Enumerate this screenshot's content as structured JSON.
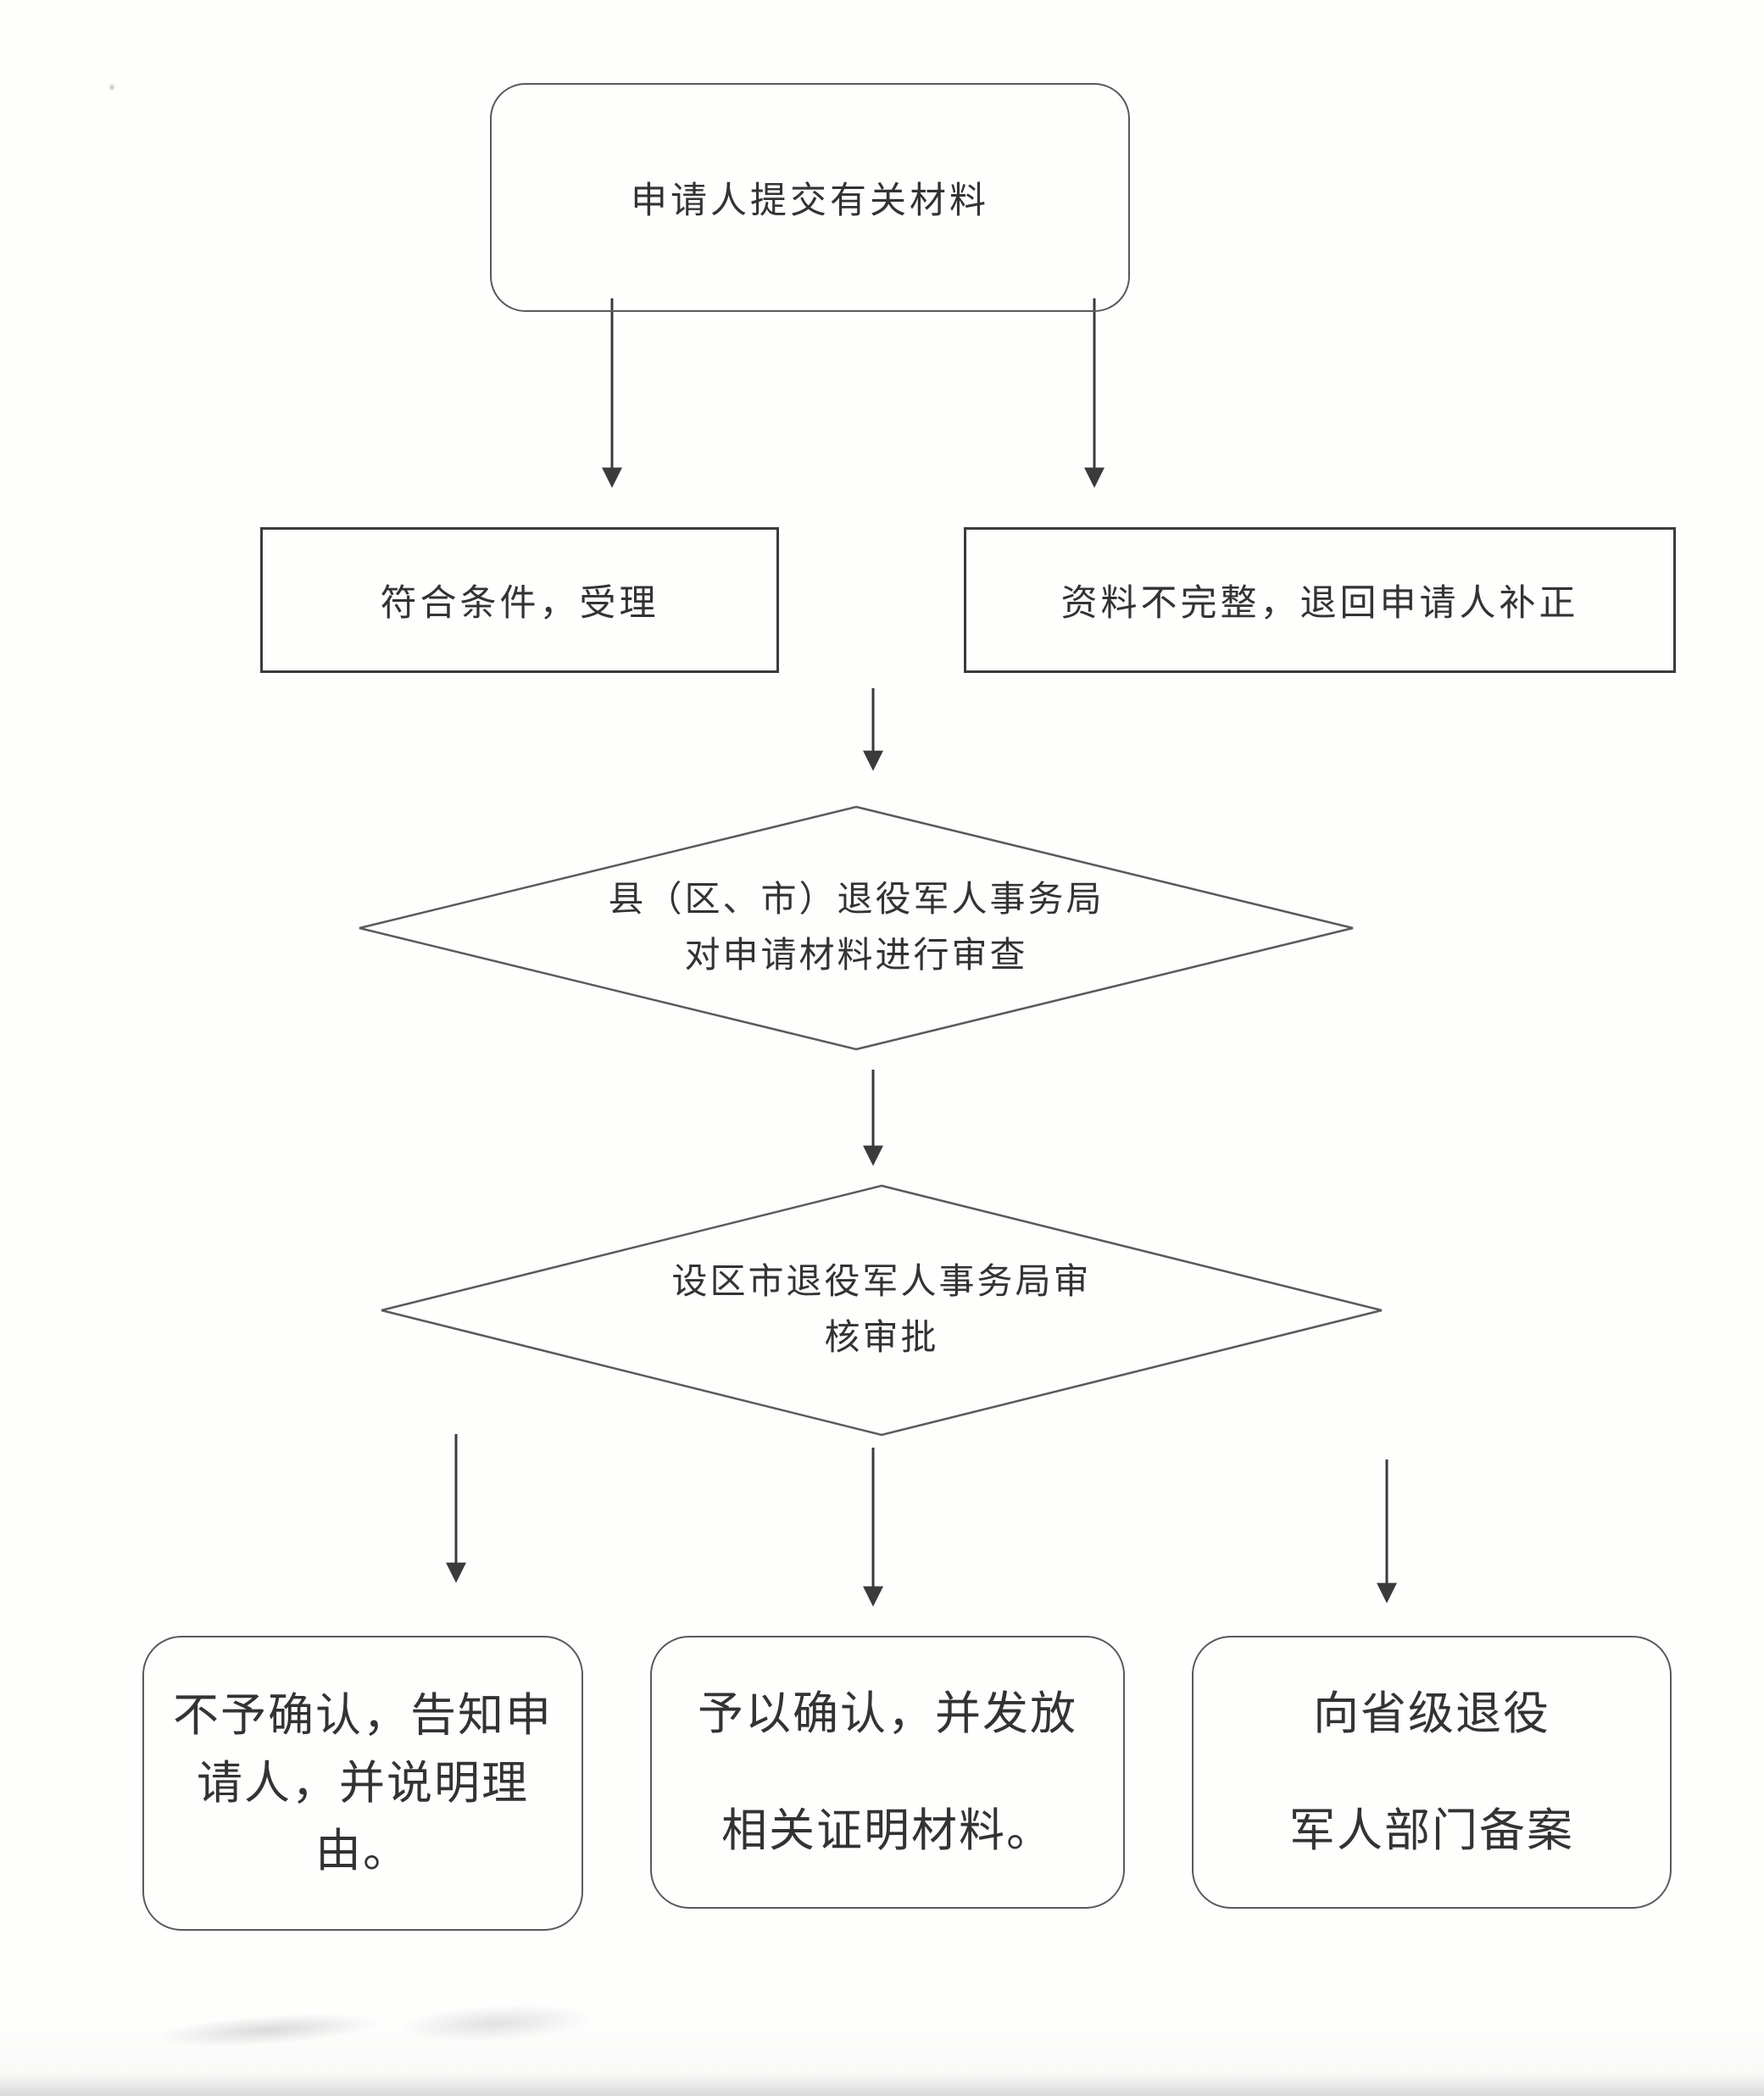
{
  "flowchart": {
    "nodes": {
      "submit": {
        "label": "申请人提交有关材料"
      },
      "accept": {
        "label": "符合条件，受理"
      },
      "incomplete": {
        "label": "资料不完整，退回申请人补正"
      },
      "county_review": {
        "lines": [
          "县（区、市）退役军人事务局",
          "对申请材料进行审查"
        ]
      },
      "city_approval": {
        "lines": [
          "设区市退役军人事务局审",
          "核审批"
        ]
      },
      "deny": {
        "lines": [
          "不予确认，告知申",
          "请人，并说明理",
          "由。"
        ]
      },
      "confirm": {
        "lines": [
          "予以确认，并发放",
          "相关证明材料。"
        ]
      },
      "record": {
        "lines": [
          "向省级退役",
          "军人部门备案"
        ]
      }
    },
    "colors": {
      "line": "#3b3b3b",
      "line_light": "#5a5a5a",
      "text": "#333333",
      "background": "#fefefd"
    }
  }
}
